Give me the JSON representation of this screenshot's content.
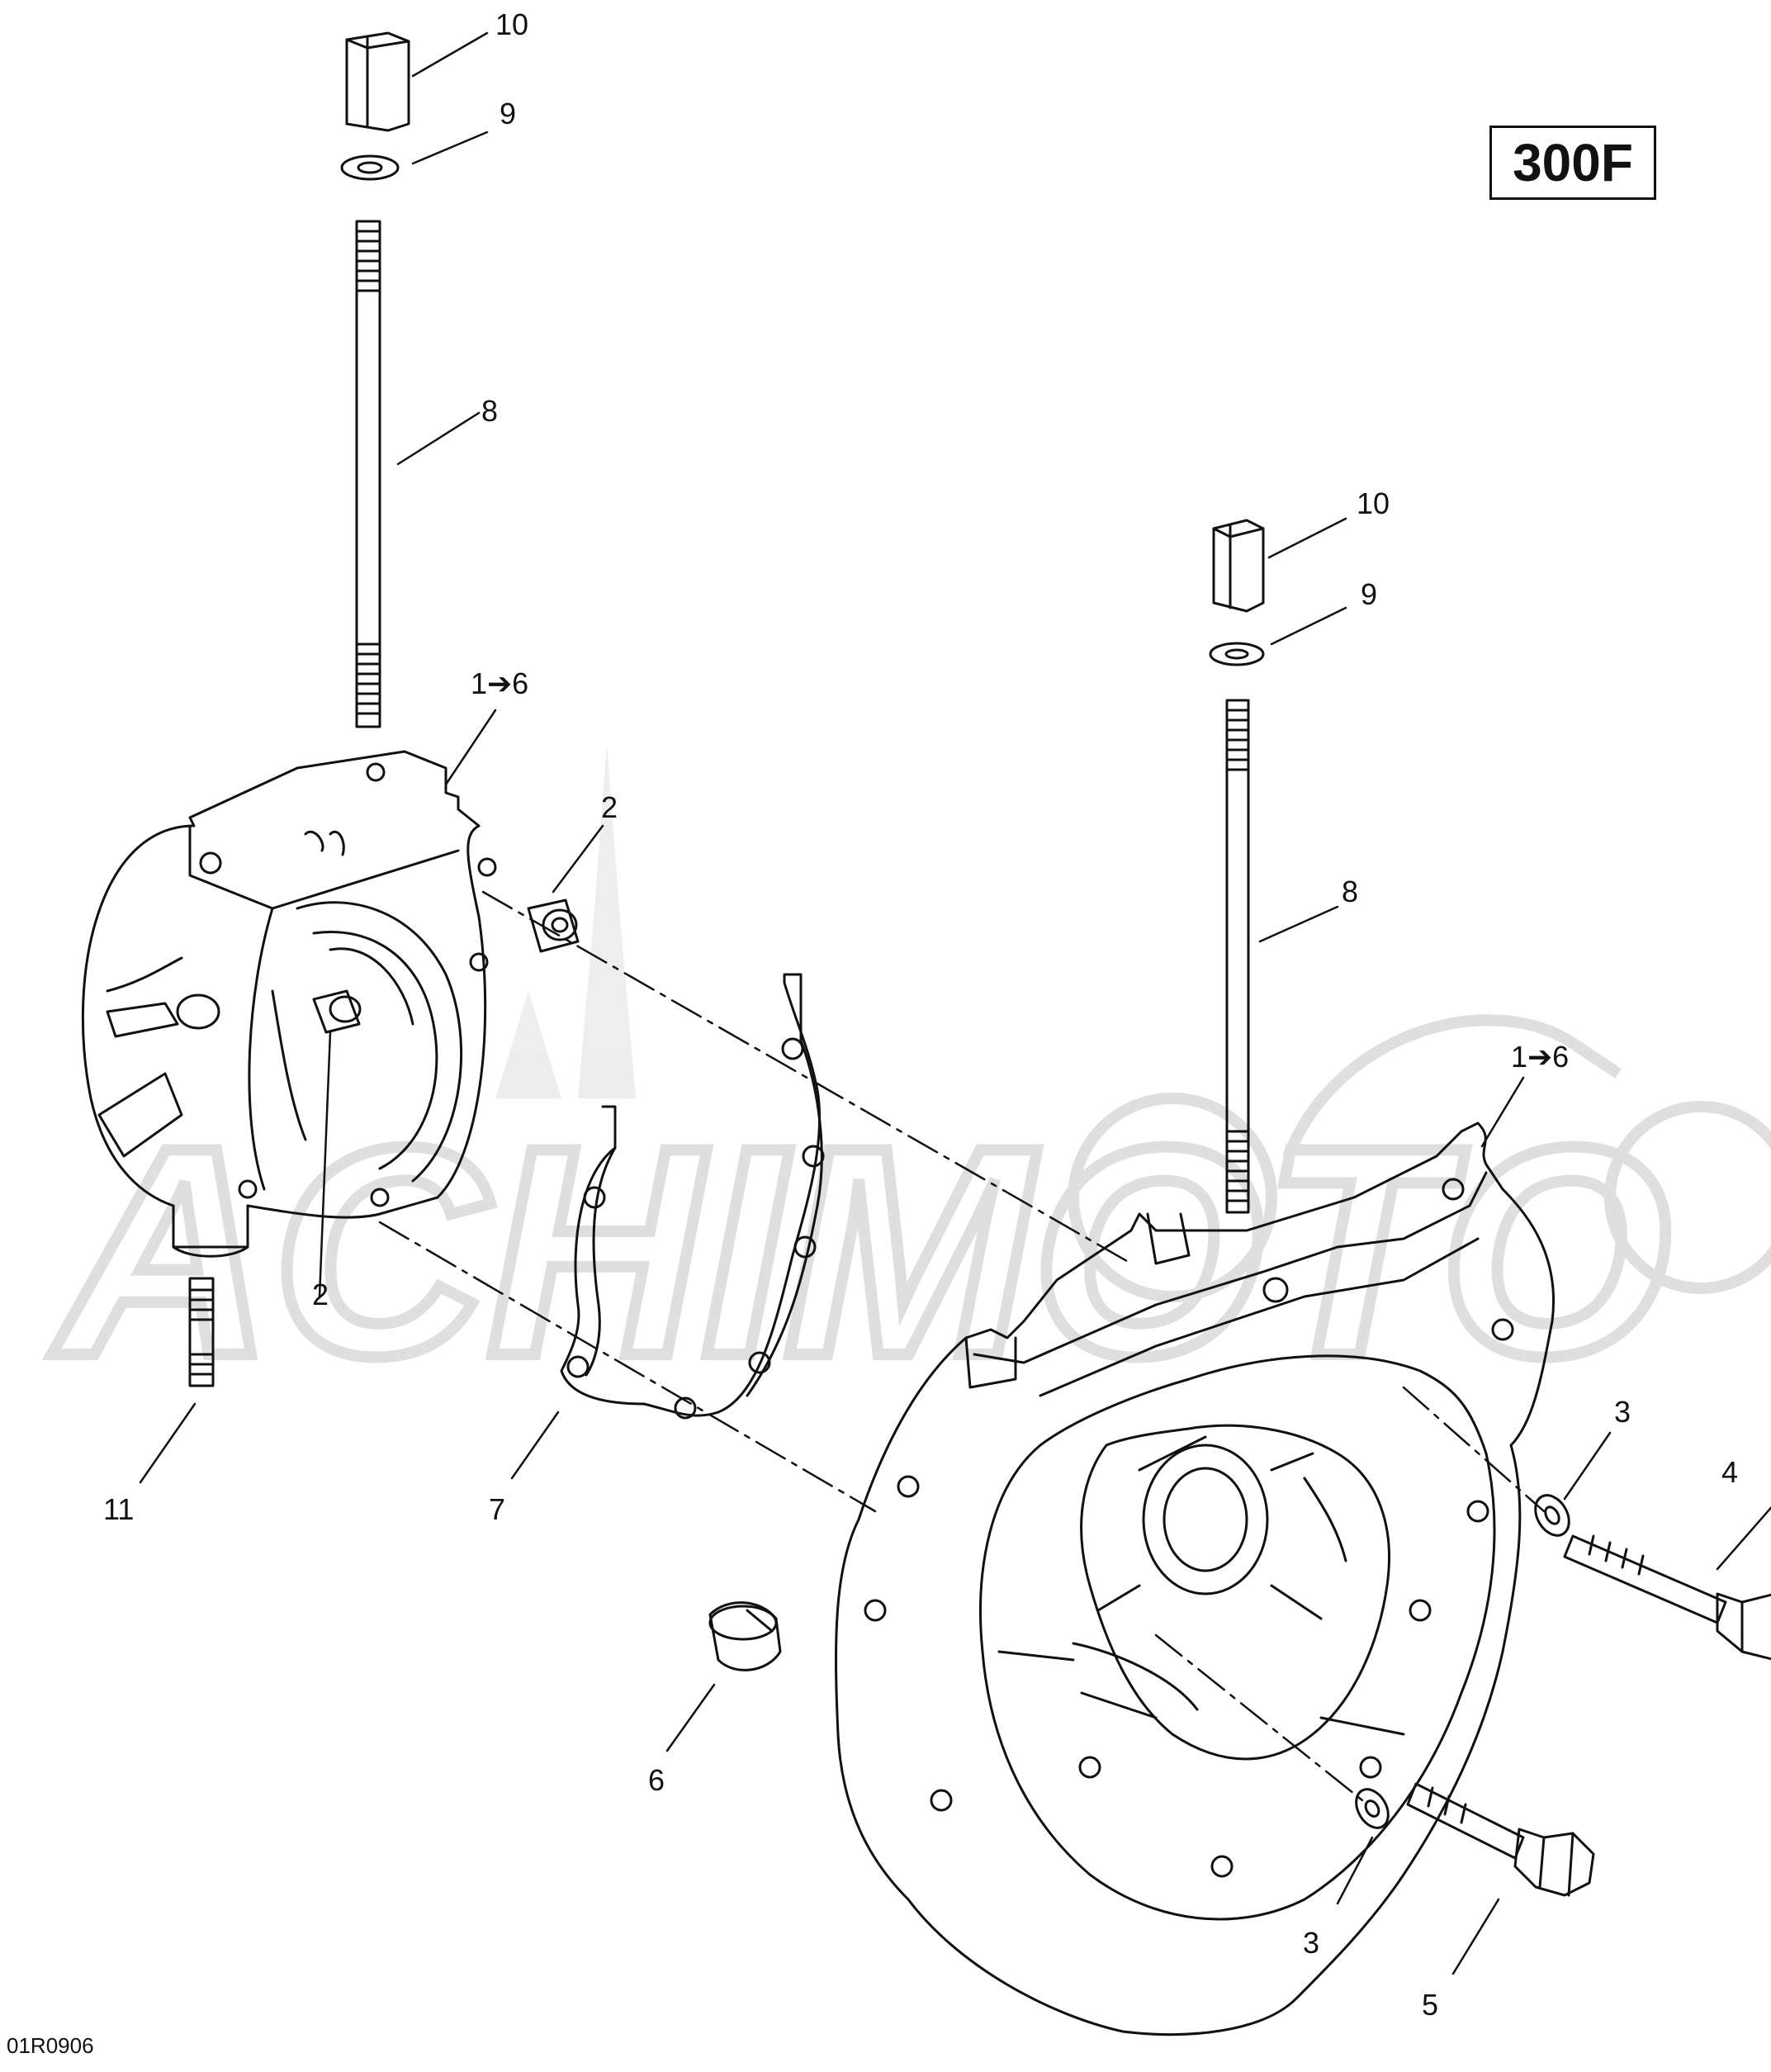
{
  "model_badge": "300F",
  "figure_code": "01R0906",
  "callouts": {
    "c10a": "10",
    "c9a": "9",
    "c8a": "8",
    "c16a": "1➔6",
    "c2a": "2",
    "c2b": "2",
    "c11": "11",
    "c7": "7",
    "c10b": "10",
    "c9b": "9",
    "c8b": "8",
    "c16b": "1➔6",
    "c3a": "3",
    "c4": "4",
    "c6": "6",
    "c3b": "3",
    "c5": "5"
  },
  "watermark": "ACHIMOTO",
  "colors": {
    "line": "#111111",
    "watermark": "#d9d9d9"
  }
}
